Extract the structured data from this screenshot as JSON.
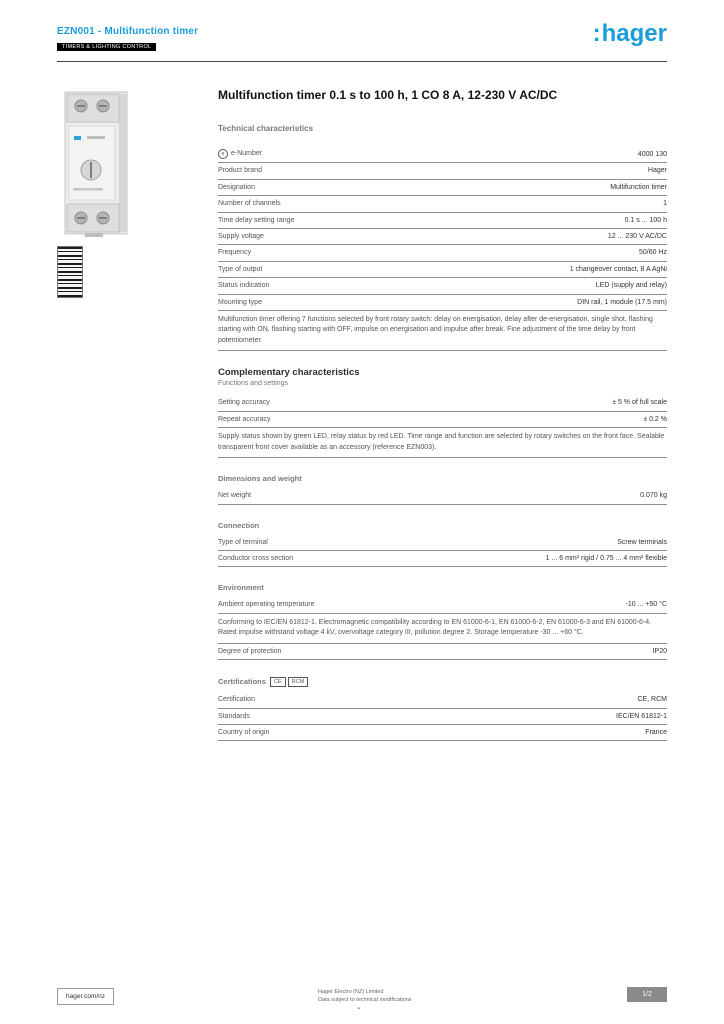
{
  "colors": {
    "accent": "#1a9dd9",
    "rule": "#8f8f8f"
  },
  "header": {
    "product_ref": "EZN001 - Multifunction timer",
    "category_tag": "TIMERS & LIGHTING CONTROL",
    "logo_prefix": ":",
    "logo": "hager"
  },
  "product": {
    "title": "Multifunction timer 0.1 s to 100 h, 1 CO 8 A, 12-230 V AC/DC"
  },
  "sections": {
    "tech_title": "Technical characteristics"
  },
  "specs": {
    "main": {
      "e_row": {
        "icon": "e",
        "label": "e-Number",
        "value": "4000 130"
      },
      "rows": [
        {
          "label": "Product brand",
          "value": "Hager"
        },
        {
          "label": "Designation",
          "value": "Multifunction timer"
        },
        {
          "label": "Number of channels",
          "value": "1"
        },
        {
          "label": "Time delay setting range",
          "value": "0.1 s ... 100 h"
        },
        {
          "label": "Supply voltage",
          "value": "12 ... 230 V AC/DC"
        },
        {
          "label": "Frequency",
          "value": "50/60 Hz"
        },
        {
          "label": "Type of output",
          "value": "1 changeover contact, 8 A AgNi"
        },
        {
          "label": "Status indication",
          "value": "LED (supply and relay)"
        },
        {
          "label": "Mounting type",
          "value": "DIN rail, 1 module (17.5 mm)"
        }
      ],
      "note": "Multifunction timer offering 7 functions selected by front rotary switch: delay on energisation, delay after de-energisation, single shot, flashing starting with ON, flashing starting with OFF, impulse on energisation and impulse after break. Fine adjustment of the time delay by front potentiometer."
    },
    "complementary": {
      "heading": "Complementary characteristics",
      "subheading": "Functions and settings",
      "rows": [
        {
          "label": "Setting accuracy",
          "value": "± 5 % of full scale"
        },
        {
          "label": "Repeat accuracy",
          "value": "± 0.2 %"
        }
      ],
      "note": "Supply status shown by green LED, relay status by red LED. Time range and function are selected by rotary switches on the front face. Sealable transparent front cover available as an accessory (reference EZN003)."
    },
    "dimensions": {
      "heading": "Dimensions and weight",
      "rows": [
        {
          "label": "Net weight",
          "value": "0.070 kg"
        }
      ]
    },
    "connection": {
      "heading": "Connection",
      "rows": [
        {
          "label": "Type of terminal",
          "value": "Screw terminals"
        },
        {
          "label": "Conductor cross section",
          "value": "1 ... 6 mm² rigid / 0.75 ... 4 mm² flexible"
        }
      ]
    },
    "environment": {
      "heading": "Environment",
      "rows_top": [
        {
          "label": "Ambient operating temperature",
          "value": "-10 ... +50 °C"
        }
      ],
      "note": "Conforming to IEC/EN 61812-1. Electromagnetic compatibility according to EN 61000-6-1, EN 61000-6-2, EN 61000-6-3 and EN 61000-6-4. Rated impulse withstand voltage 4 kV, overvoltage category III, pollution degree 2. Storage temperature -30 ... +60 °C.",
      "rows_bottom": [
        {
          "label": "Degree of protection",
          "value": "IP20"
        }
      ]
    },
    "certification": {
      "heading": "Certifications",
      "marks": [
        "CE",
        "RCM"
      ],
      "rows": [
        {
          "label": "Certification",
          "value": "CE, RCM"
        },
        {
          "label": "Standards",
          "value": "IEC/EN 61812-1"
        },
        {
          "label": "Country of origin",
          "value": "France"
        }
      ]
    }
  },
  "footer": {
    "site": "hager.com/nz",
    "line1": "Hager Electro (NZ) Limited",
    "line2": "Data subject to technical modifications",
    "chevron": "⌄",
    "page": "1/2"
  }
}
